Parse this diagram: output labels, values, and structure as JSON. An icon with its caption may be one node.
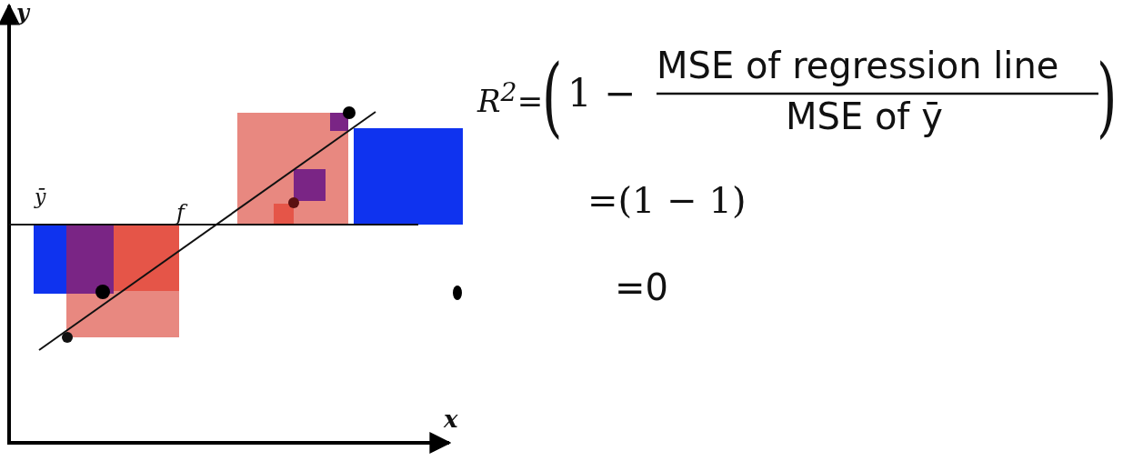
{
  "diagram": {
    "labels": [
      "y",
      "ȳ",
      "f",
      "x",
      "R$^{2}$=",
      "(",
      "1 −",
      "MSE of regression line",
      "MSE of ȳ",
      ")",
      "=(1 − 1)",
      "=0"
    ]
  }
}
